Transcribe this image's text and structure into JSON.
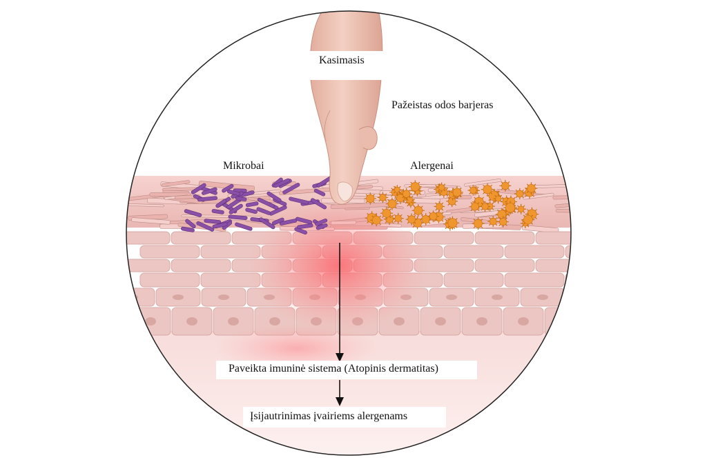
{
  "labels": {
    "scratching": "Kasimasis",
    "damaged_barrier": "Pažeistas odos barjeras",
    "microbes": "Mikrobai",
    "allergens": "Alergenai",
    "immune_system": "Paveikta imuninė sistema (Atopinis dermatitas)",
    "sensitization": "Įsijautrinimas įvairiems alergenams"
  },
  "colors": {
    "skin_surface": "#f3c9c6",
    "cell_fill": "#ecc6c2",
    "cell_border": "#d7a9a5",
    "inflammation": "#ff6e74",
    "microbes": "#8a4fa6",
    "allergens": "#f0962e",
    "finger": "#ecc2b4",
    "arrow": "#111111"
  }
}
